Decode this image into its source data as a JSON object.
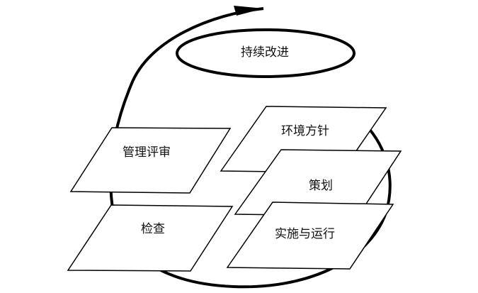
{
  "cycle_title": "持续改进",
  "stages": [
    {
      "key": "policy",
      "label": "环境方针"
    },
    {
      "key": "planning",
      "label": "策划"
    },
    {
      "key": "implementation",
      "label": "实施与运行"
    },
    {
      "key": "checking",
      "label": "检查"
    },
    {
      "key": "review",
      "label": "管理评审"
    }
  ]
}
